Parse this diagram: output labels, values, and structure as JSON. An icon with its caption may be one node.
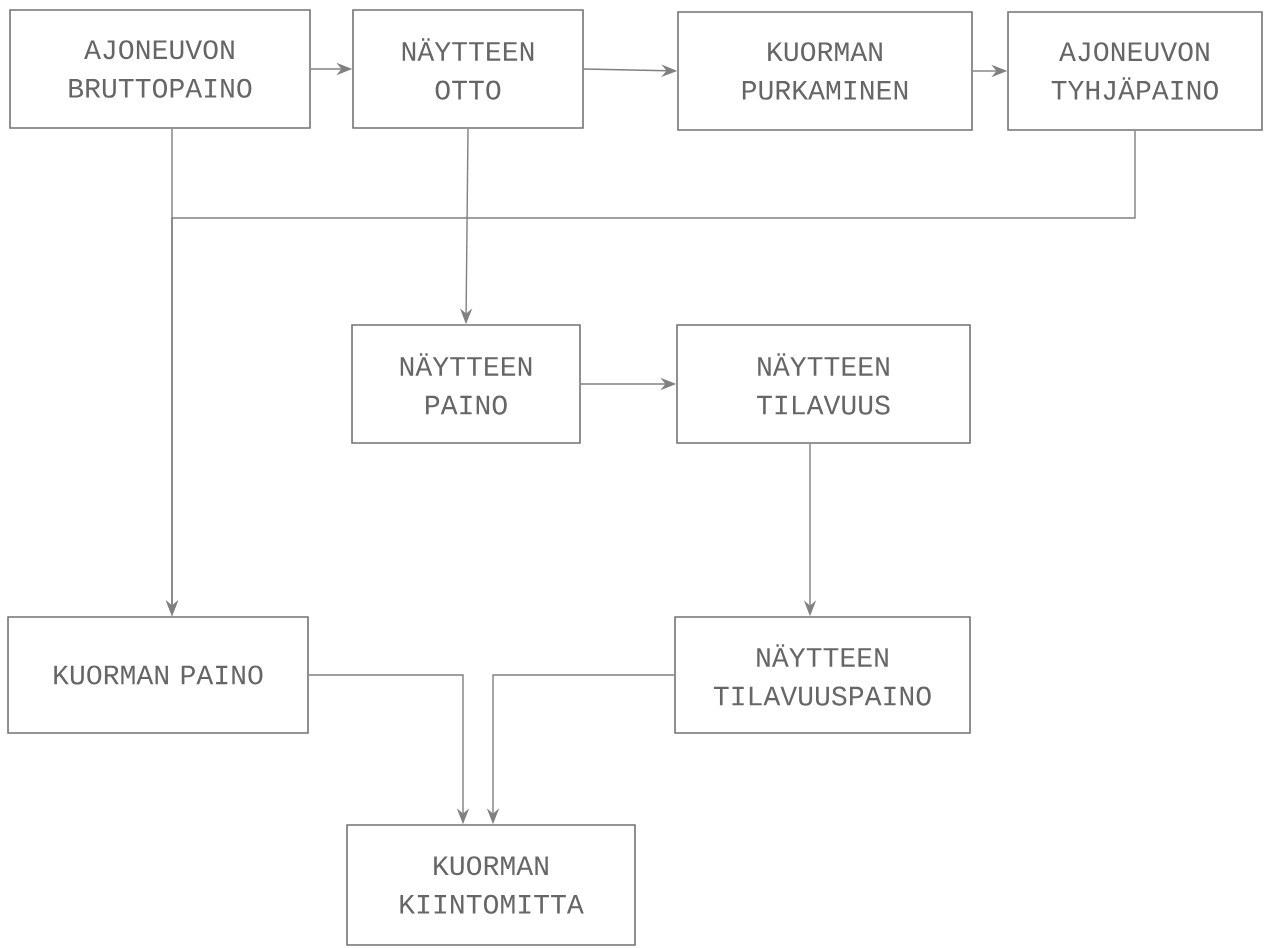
{
  "diagram": {
    "nodes": [
      {
        "text": [
          "AJONEUVON BRUTTOPAINO"
        ]
      },
      {
        "text": [
          "NÄYTTEEN OTTO"
        ]
      },
      {
        "text": [
          "KUORMAN PURKAMINEN"
        ]
      },
      {
        "text": [
          "AJONEUVON TYHJÄPAINO"
        ]
      },
      {
        "text": [
          "NÄYTTEEN PAINO"
        ]
      },
      {
        "text": [
          "NÄYTTEEN TILAVUUS"
        ]
      },
      {
        "text": [
          "KUORMAN PAINO"
        ]
      },
      {
        "text": [
          "NÄYTTEEN TILAVUUSPAINO"
        ]
      },
      {
        "text": [
          "KUORMAN KIINTOMITTA"
        ]
      }
    ],
    "edges": [
      {
        "from": 0,
        "to": 1,
        "arrow": "to"
      },
      {
        "from": 1,
        "to": 2,
        "arrow": "to"
      },
      {
        "from": 2,
        "to": 3,
        "arrow": "to"
      },
      {
        "from": 1,
        "to": 4,
        "arrow": "to"
      },
      {
        "from": 0,
        "to": 6,
        "arrow": "to"
      },
      {
        "from": 3,
        "to": 6,
        "arrow": "to"
      },
      {
        "from": 4,
        "to": 5,
        "arrow": "to"
      },
      {
        "from": 5,
        "to": 7,
        "arrow": "to"
      },
      {
        "from": 6,
        "to": 8,
        "arrow": "to"
      },
      {
        "from": 7,
        "to": 8,
        "arrow": "to"
      }
    ]
  }
}
